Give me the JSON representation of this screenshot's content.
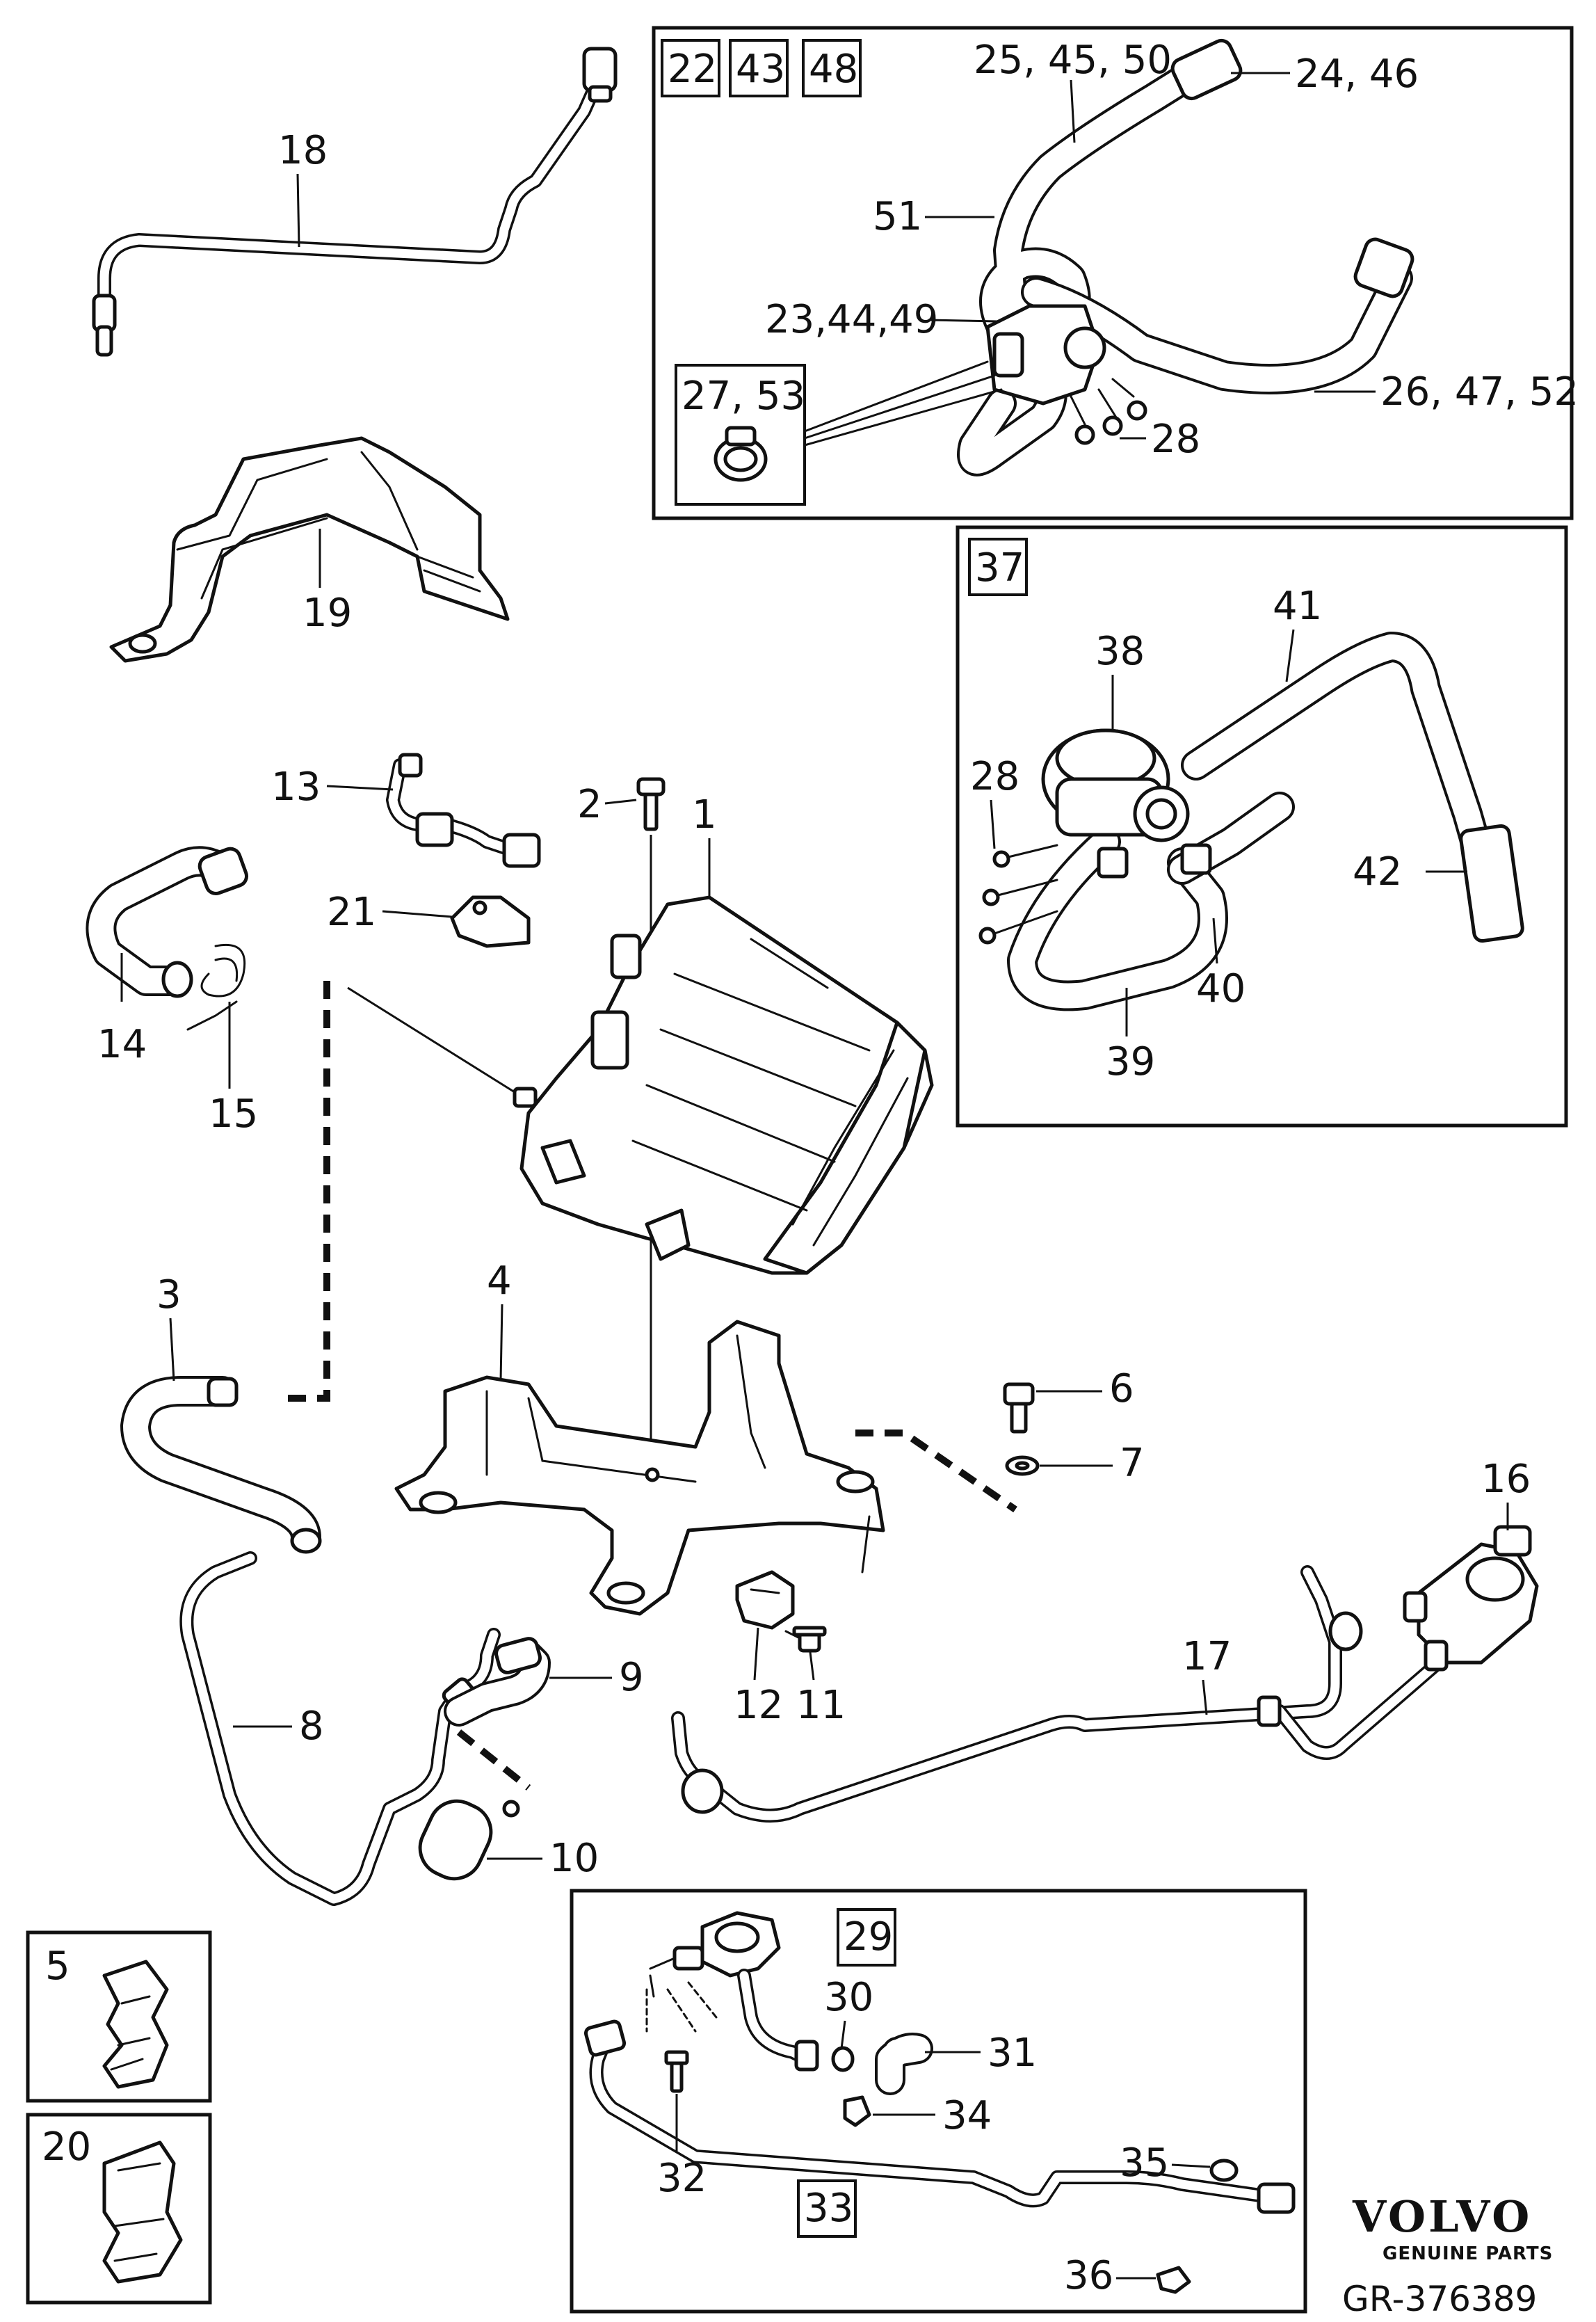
{
  "callouts": {
    "c1": "1",
    "c2": "2",
    "c3": "3",
    "c4": "4",
    "c6": "6",
    "c7": "7",
    "c8": "8",
    "c9": "9",
    "c10": "10",
    "c11": "11",
    "c12": "12",
    "c13": "13",
    "c14": "14",
    "c15": "15",
    "c16": "16",
    "c17": "17",
    "c18": "18",
    "c19": "19",
    "c21": "21",
    "c24_46": "24, 46",
    "c25_45_50": "25, 45, 50",
    "c51": "51",
    "c23_44_49": "23,44,49",
    "c26_47_52": "26, 47, 52",
    "c28a": "28",
    "c38": "38",
    "c41": "41",
    "c28b": "28",
    "c42": "42",
    "c40": "40",
    "c39": "39",
    "c30": "30",
    "c31": "31",
    "c34": "34",
    "c32": "32",
    "c35": "35",
    "c36": "36"
  },
  "boxed_labels": {
    "b22": "22",
    "b43": "43",
    "b48": "48",
    "b27_53": "27, 53",
    "b37": "37",
    "b29": "29",
    "b33": "33",
    "b5": "5",
    "b20": "20"
  },
  "brand": {
    "name": "VOLVO",
    "tagline": "GENUINE PARTS"
  },
  "reference": "GR-376389"
}
